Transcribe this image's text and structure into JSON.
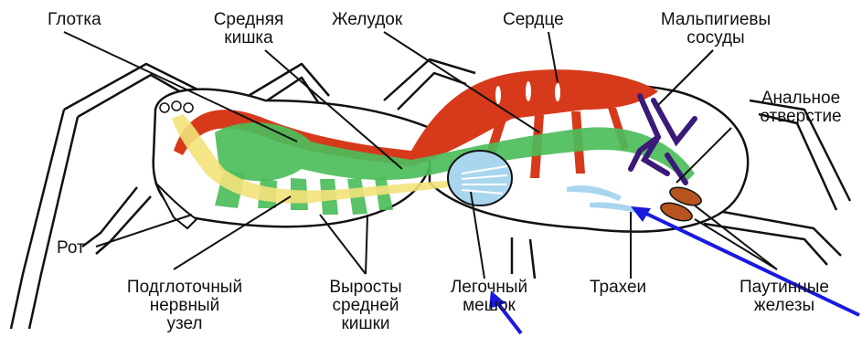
{
  "labels": {
    "pharynx": "Глотка",
    "midgut_1": "Средняя",
    "midgut_2": "кишка",
    "stomach": "Желудок",
    "heart": "Сердце",
    "malpighian_1": "Мальпигиевы",
    "malpighian_2": "сосуды",
    "anus_1": "Анальное",
    "anus_2": "отверстие",
    "mouth": "Рот",
    "ganglion_1": "Подглоточный",
    "ganglion_2": "нервный",
    "ganglion_3": "узел",
    "outgrowths_1": "Выросты",
    "outgrowths_2": "средней",
    "outgrowths_3": "кишки",
    "lung_1": "Легочный",
    "lung_2": "мешок",
    "tracheae": "Трахеи",
    "silk_1": "Паутинные",
    "silk_2": "железы"
  },
  "colors": {
    "outline": "#111111",
    "gut": "#4cbd5a",
    "heart": "#d63a1b",
    "nerve": "#f3e27a",
    "malpighian": "#3b1a78",
    "lung": "#a9d6ee",
    "silk": "#b8541f",
    "arrow": "#1a1adf"
  }
}
